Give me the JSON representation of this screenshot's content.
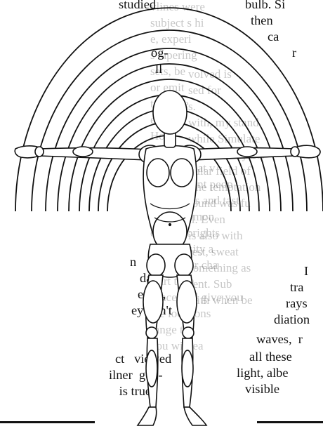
{
  "left_column_lines": [
    "studied",
    "",
    "og-",
    "ll",
    "",
    "",
    "",
    "",
    "",
    "",
    "",
    "",
    "",
    "",
    "",
    "",
    "n",
    "da-",
    "efect,",
    "ey don't",
    "",
    "ct   viewed",
    "ilner  gog-",
    " is true,"
  ],
  "right_column_lines": [
    "bulb. Si",
    "then",
    "ca",
    "r",
    "",
    "",
    "",
    "",
    "",
    "",
    "",
    "",
    "",
    "",
    "",
    "",
    "I",
    "tra",
    "rays",
    "diation",
    "waves,  r",
    "all these",
    "light, albe",
    "visible"
  ],
  "bleed_through_lines": [
    "vlines were",
    "subject s hi",
    "e, experi",
    "s tapering",
    "sets, be",
    "or emit",
    "t, where",
    "e and",
    "How",
    "anticle of that",
    "r to say that v",
    "ith different peop",
    "ent moods and tast",
    "soon  de mon",
    "es are   brights",
    "ts, intensity a",
    "the   color cha",
    "start than",
    "Since will give you",
    "the locations",
    "range t",
    "you will ea"
  ],
  "bleed_through_right": [
    "volved is",
    "sed for",
    "",
    "",
    "",
    "",
    "",
    "",
    "s.",
    "with, my stand",
    "while Simulate",
    "ource of objects",
    "gular field of",
    "The temptation",
    "round was fu",
    "ll. Even",
    "is also with",
    "rest, sweat",
    "something as",
    "sent. Sub",
    "with when be"
  ]
}
